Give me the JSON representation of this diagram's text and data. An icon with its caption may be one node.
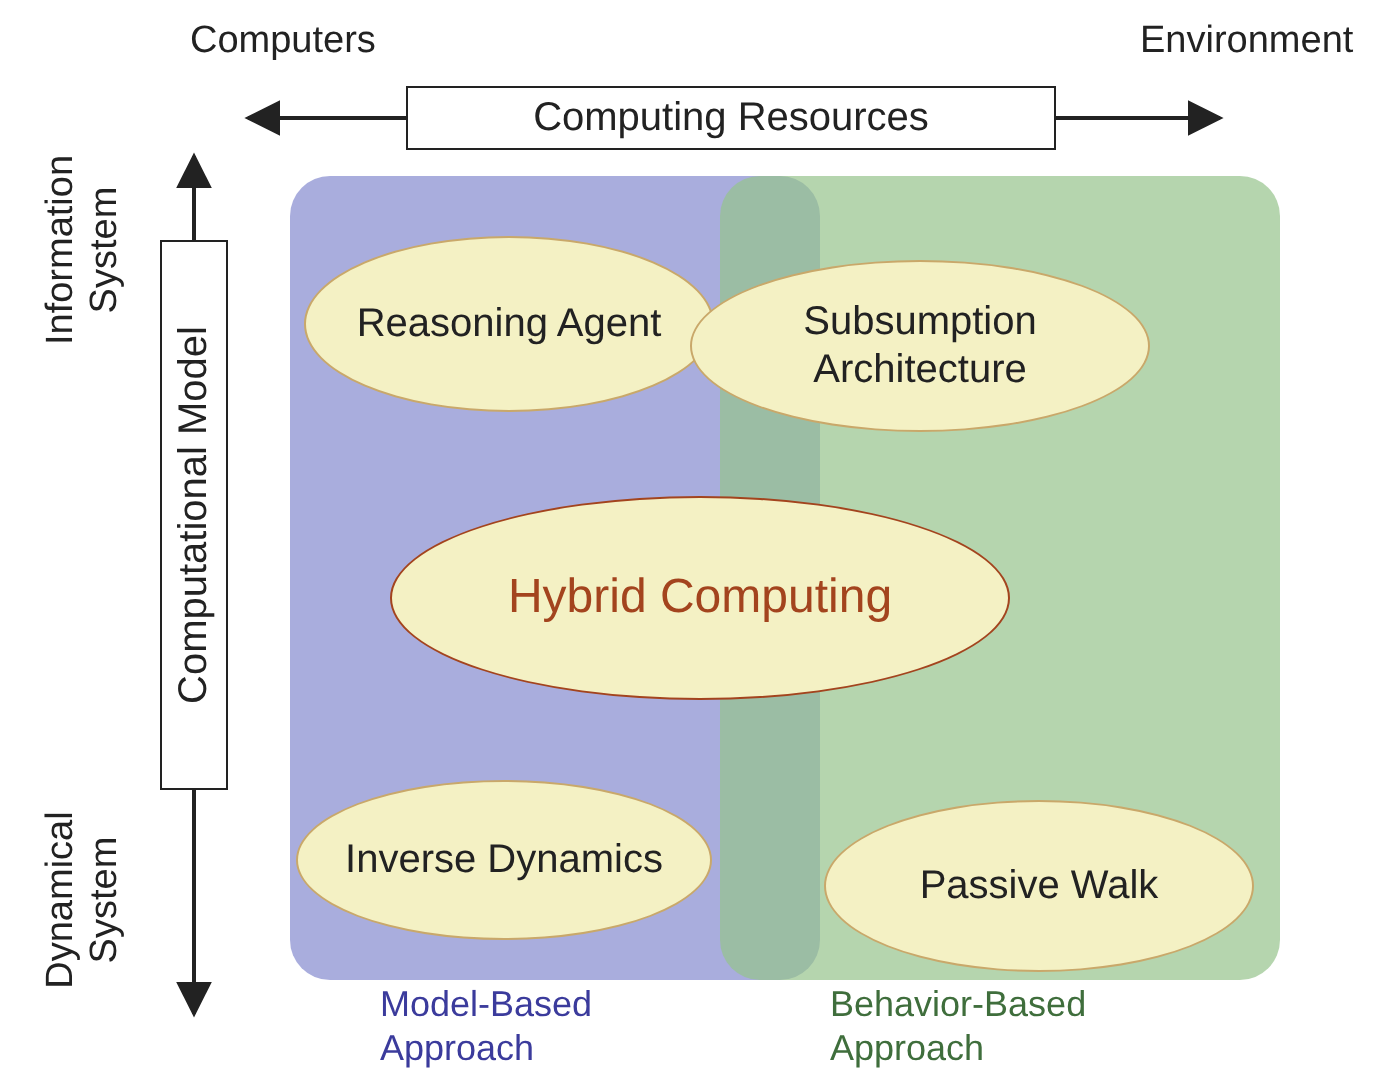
{
  "diagram": {
    "nodes": [
      {
        "text": [
          "Computing Resources"
        ]
      },
      {
        "text": [
          "Computational Model"
        ]
      },
      {
        "text": [
          "Model-Based Approach"
        ]
      },
      {
        "text": [
          "Behavior-Based Approach"
        ]
      },
      {
        "text": [
          "Reasoning Agent"
        ],
        "in": 2
      },
      {
        "text": [
          "Subsumption Architecture"
        ]
      },
      {
        "text": [
          "Hybrid Computing"
        ]
      },
      {
        "text": [
          "Inverse Dynamics"
        ],
        "in": 2
      },
      {
        "text": [
          "Passive Walk"
        ],
        "in": 3
      }
    ],
    "labels": [
      "Computers",
      "Environment",
      "Information System",
      "Dynamical System"
    ]
  }
}
